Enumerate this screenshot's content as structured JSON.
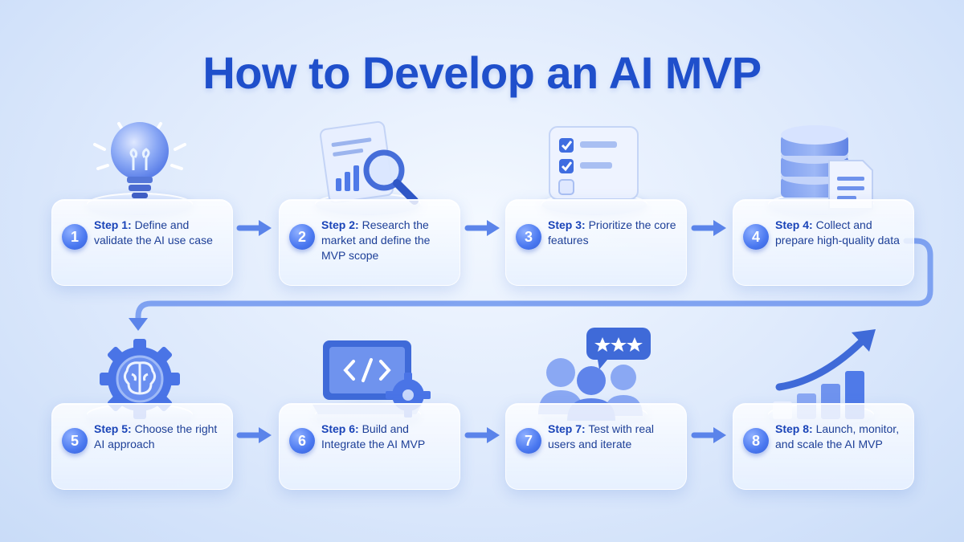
{
  "title": "How to Develop an AI MVP",
  "colors": {
    "accent": "#1f4fcb",
    "circle": "#4a78f0",
    "card": "#eef4ff"
  },
  "steps": [
    {
      "number": "1",
      "label": "Step 1:",
      "text": "Define and validate the AI use case",
      "icon": "lightbulb-icon"
    },
    {
      "number": "2",
      "label": "Step 2:",
      "text": "Research the market and define the MVP scope",
      "icon": "magnifier-report-icon"
    },
    {
      "number": "3",
      "label": "Step 3:",
      "text": "Prioritize the core features",
      "icon": "checklist-icon"
    },
    {
      "number": "4",
      "label": "Step 4:",
      "text": "Collect and prepare high-quality data",
      "icon": "database-icon"
    },
    {
      "number": "5",
      "label": "Step 5:",
      "text": "Choose the right AI approach",
      "icon": "brain-gear-icon"
    },
    {
      "number": "6",
      "label": "Step 6:",
      "text": "Build and Integrate the AI MVP",
      "icon": "laptop-code-icon"
    },
    {
      "number": "7",
      "label": "Step 7:",
      "text": "Test with real users and iterate",
      "icon": "users-rating-icon"
    },
    {
      "number": "8",
      "label": "Step 8:",
      "text": "Launch, monitor, and scale the AI MVP",
      "icon": "growth-chart-icon"
    }
  ]
}
